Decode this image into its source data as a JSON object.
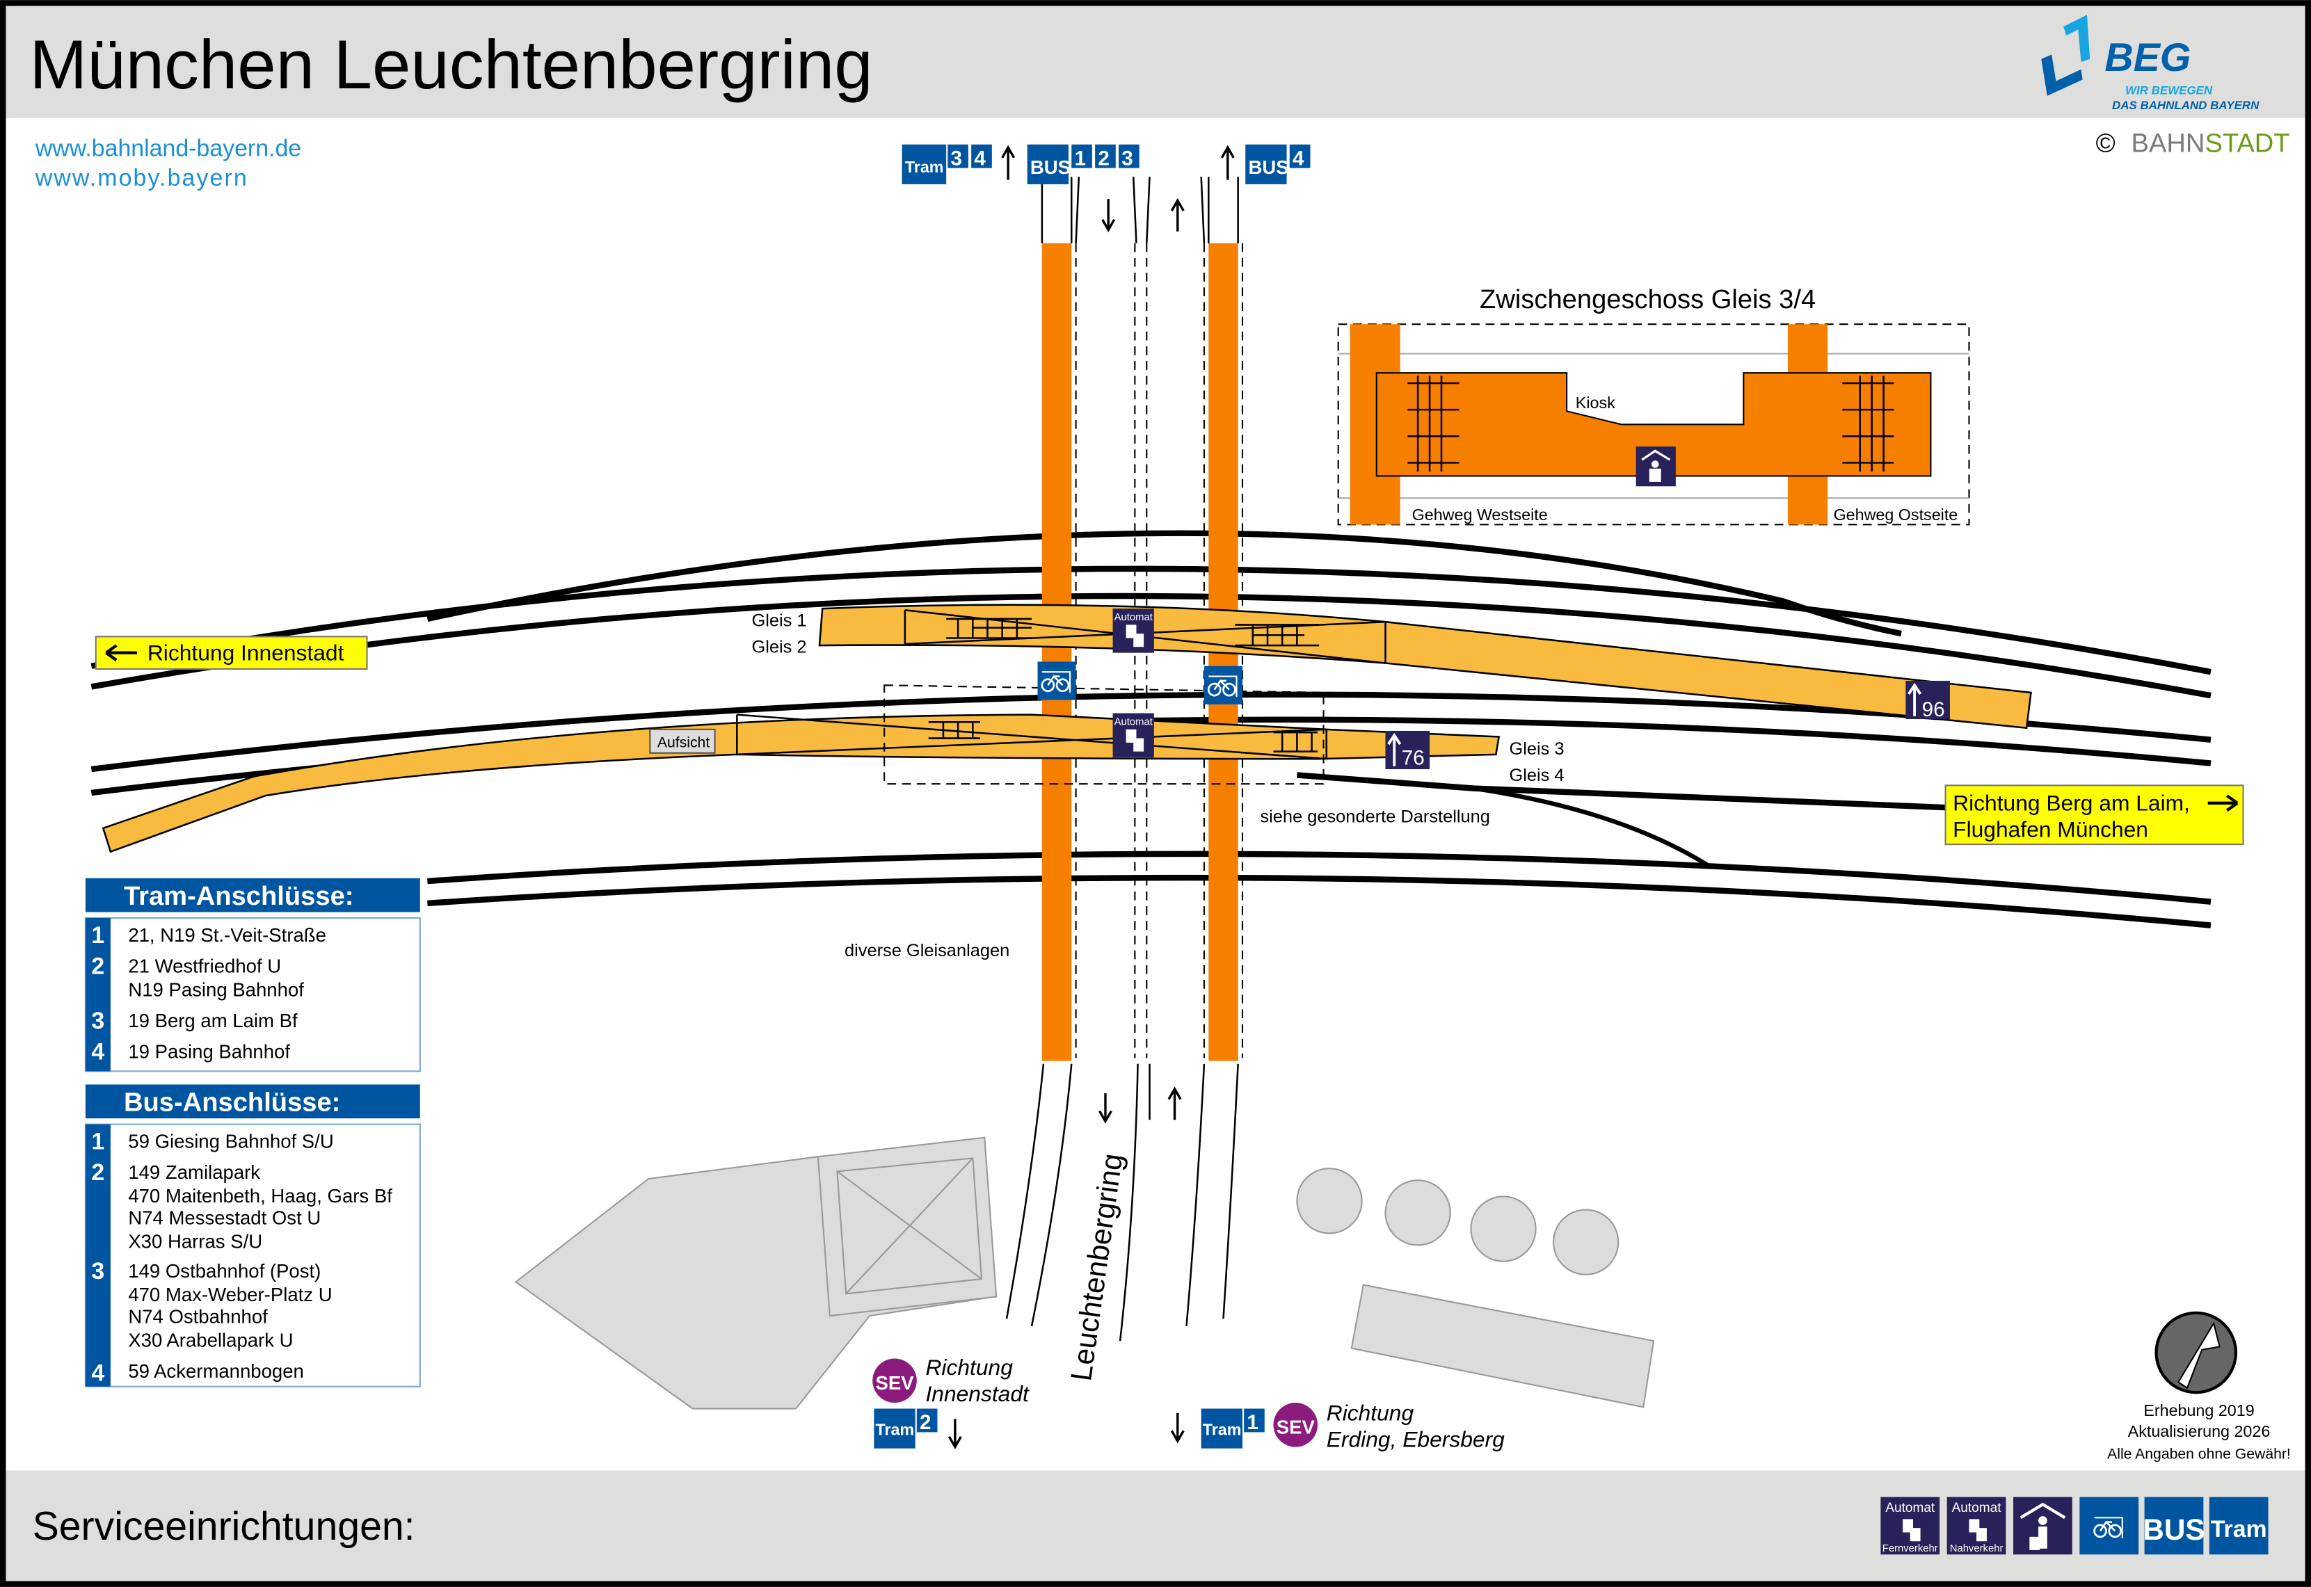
{
  "header": {
    "title": "München Leuchtenbergring",
    "urls": [
      "www.bahnland-bayern.de",
      "www.moby.bayern"
    ]
  },
  "logo": {
    "beg": "BEG",
    "slogan": [
      "WIR BEWEGEN",
      "DAS BAHNLAND BAYERN"
    ],
    "copyright_symbol": "©",
    "bahn": "BAHN",
    "stadt": "STADT"
  },
  "access": {
    "tram_label": "Tram",
    "bus_label": "BUS",
    "tram_top": [
      "3",
      "4"
    ],
    "bus_top_west": [
      "1",
      "2",
      "3"
    ],
    "bus_top_east": [
      "4"
    ],
    "tram_bottom_west": "2",
    "tram_bottom_east": "1",
    "sev": "SEV",
    "bottom_west": [
      "Richtung",
      "Innenstadt"
    ],
    "bottom_east": [
      "Richtung",
      "Erding, Ebersberg"
    ]
  },
  "mezzanine": {
    "title": "Zwischengeschoss Gleis 3/4",
    "kiosk": "Kiosk",
    "west": "Gehweg Westseite",
    "east": "Gehweg Ostseite"
  },
  "platforms": {
    "tracks": [
      "Gleis 1",
      "Gleis 2",
      "Gleis 3",
      "Gleis 4"
    ],
    "supervision": "Aufsicht",
    "see_separate": "siehe gesonderte Darstellung",
    "misc_tracks": "diverse Gleisanlagen",
    "exit_east": "96",
    "exit_mid": "76",
    "automat": "Automat"
  },
  "directions": {
    "west": "Richtung Innenstadt",
    "east": [
      "Richtung Berg am Laim,",
      "Flughafen München"
    ]
  },
  "street": "Leuchtenbergring",
  "tram_connections": {
    "title": "Tram-Anschlüsse:",
    "rows": [
      {
        "num": "1",
        "lines": [
          "21, N19 St.-Veit-Straße"
        ]
      },
      {
        "num": "2",
        "lines": [
          "21 Westfriedhof U",
          "N19 Pasing Bahnhof"
        ]
      },
      {
        "num": "3",
        "lines": [
          "19 Berg am Laim Bf"
        ]
      },
      {
        "num": "4",
        "lines": [
          "19 Pasing Bahnhof"
        ]
      }
    ]
  },
  "bus_connections": {
    "title": "Bus-Anschlüsse:",
    "rows": [
      {
        "num": "1",
        "lines": [
          "59 Giesing Bahnhof S/U"
        ]
      },
      {
        "num": "2",
        "lines": [
          "149 Zamilapark",
          "470 Maitenbeth, Haag, Gars Bf",
          "N74 Messestadt Ost U",
          "X30 Harras S/U"
        ]
      },
      {
        "num": "3",
        "lines": [
          "149 Ostbahnhof (Post)",
          "470 Max-Weber-Platz U",
          "N74 Ostbahnhof",
          "X30 Arabellapark U"
        ]
      },
      {
        "num": "4",
        "lines": [
          "59 Ackermannbogen"
        ]
      }
    ]
  },
  "survey": [
    "Erhebung 2019",
    "Aktualisierung 2026",
    "Alle Angaben ohne Gewähr!"
  ],
  "footer": {
    "label": "Serviceeinrichtungen:",
    "services": [
      {
        "top": "Automat",
        "bottom": "Fernverkehr"
      },
      {
        "top": "Automat",
        "bottom": "Nahverkehr"
      },
      {
        "icon": "waiting-room-icon"
      },
      {
        "icon": "bike-parking-icon"
      },
      {
        "label": "BUS"
      },
      {
        "label": "Tram"
      }
    ]
  },
  "colors": {
    "platform": "#f8bb40",
    "bridge": "#f77f00",
    "navy": "#27235a",
    "blue": "#0055a0",
    "sev": "#8b1b7c",
    "sign": "#ffff00"
  }
}
